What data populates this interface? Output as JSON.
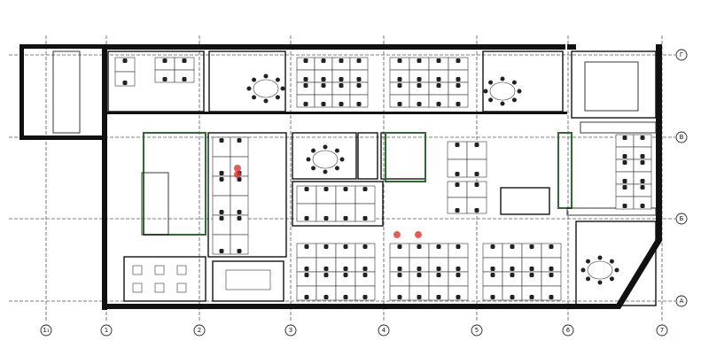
{
  "plan": {
    "column_axes": [
      "1₁",
      "1",
      "2",
      "3",
      "4",
      "5",
      "6",
      "7"
    ],
    "row_axes": [
      "Г",
      "В",
      "Б",
      "А"
    ],
    "colors": {
      "wall": "#111111",
      "partition_highlight": "#2e6b2e",
      "marker": "#dd3333"
    }
  }
}
